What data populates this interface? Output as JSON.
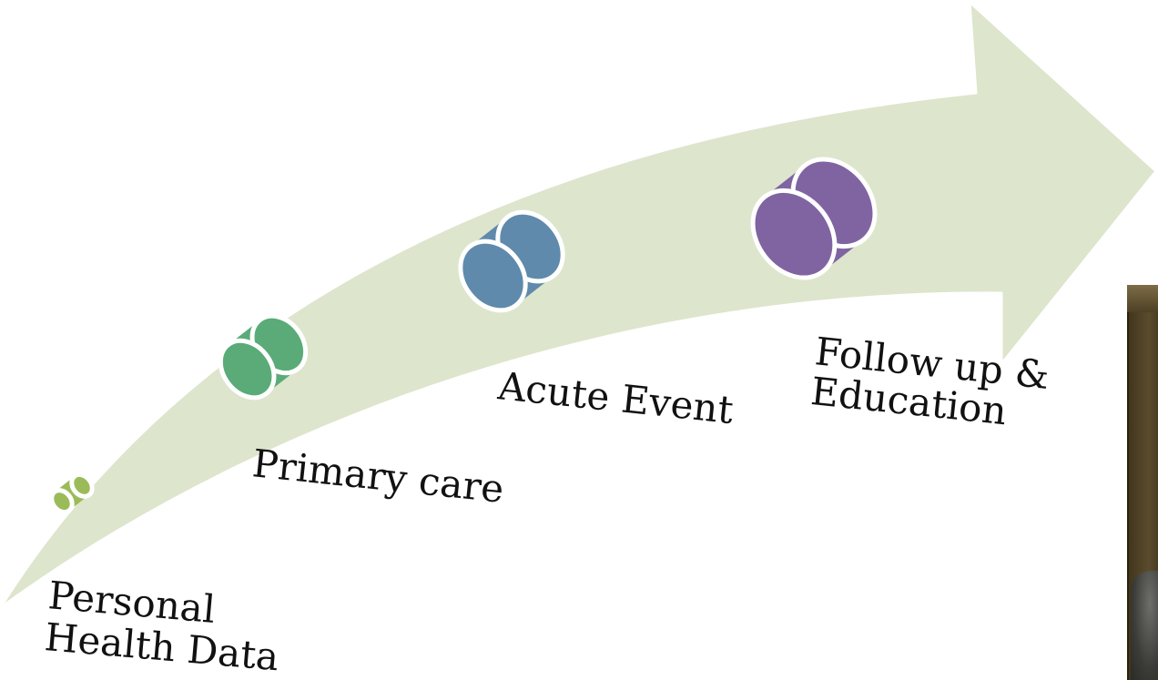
{
  "diagram": {
    "arrow_color": "#dde5cd",
    "arrow_outline": "#ffffff",
    "steps": [
      {
        "label_lines": [
          "Personal",
          "Health Data"
        ],
        "color": "#9bbb59",
        "icon": "cylinder-icon"
      },
      {
        "label_lines": [
          "Primary care"
        ],
        "color": "#5aab78",
        "icon": "cylinder-icon"
      },
      {
        "label_lines": [
          "Acute Event"
        ],
        "color": "#5f8aac",
        "icon": "cylinder-icon"
      },
      {
        "label_lines": [
          "Follow up &",
          "Education"
        ],
        "color": "#8064a2",
        "icon": "cylinder-icon"
      }
    ]
  }
}
